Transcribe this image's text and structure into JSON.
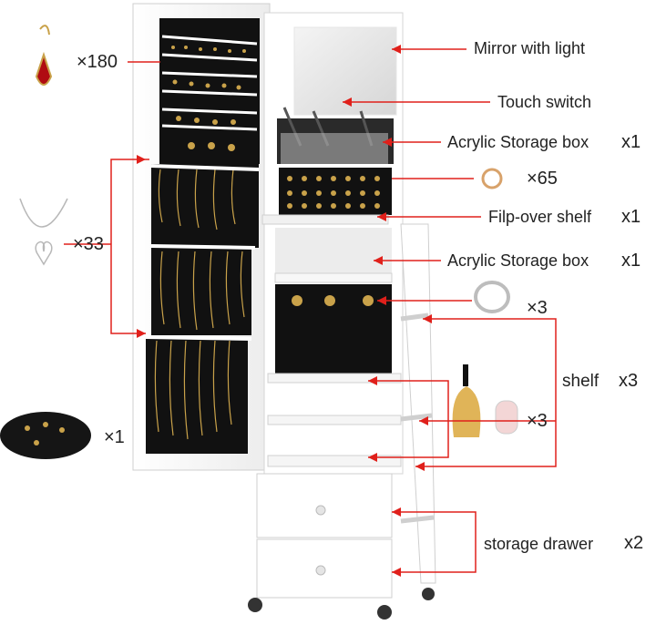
{
  "callouts": {
    "mirror_with_light": "Mirror with light",
    "touch_switch": "Touch switch",
    "acrylic_storage_box_top": "Acrylic Storage box",
    "acrylic_storage_box_top_qty": "x1",
    "ring_qty": "×65",
    "flip_over_shelf": "Filp-over shelf",
    "flip_over_shelf_qty": "x1",
    "acrylic_storage_box_mid": "Acrylic Storage box",
    "acrylic_storage_box_mid_qty": "x1",
    "bracelet_qty": "×3",
    "shelf": "shelf",
    "shelf_qty": "x3",
    "perfume_qty": "×3",
    "storage_drawer": "storage drawer",
    "storage_drawer_qty": "x2"
  },
  "left_counts": {
    "earring_qty": "×180",
    "necklace_qty": "×33",
    "tray_qty": "×1"
  },
  "colors": {
    "callout_line": "#e0201b",
    "cabinet": "#ffffff",
    "cabinet_edge": "#d9d9d9",
    "lining": "#111111",
    "gold": "#c9a24a"
  }
}
